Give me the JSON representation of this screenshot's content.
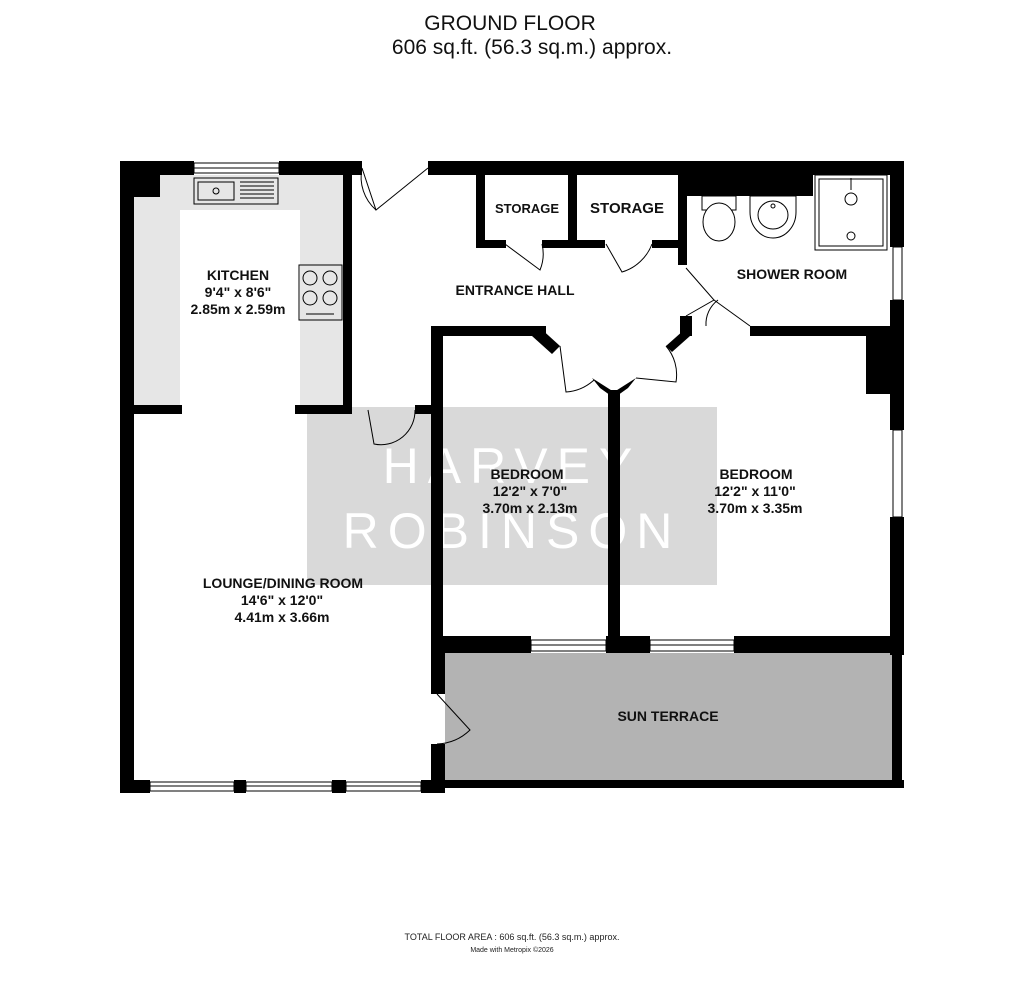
{
  "header": {
    "title": "GROUND FLOOR",
    "area": "606 sq.ft. (56.3 sq.m.) approx."
  },
  "rooms": {
    "kitchen": {
      "name": "KITCHEN",
      "imperial": "9'4\"  x 8'6\"",
      "metric": "2.85m  x 2.59m"
    },
    "entrance_hall": {
      "name": "ENTRANCE HALL"
    },
    "storage_1": {
      "name": "STORAGE"
    },
    "storage_2": {
      "name": "STORAGE"
    },
    "shower_room": {
      "name": "SHOWER ROOM"
    },
    "bedroom_1": {
      "name": "BEDROOM",
      "imperial": "12'2\"  x 7'0\"",
      "metric": "3.70m  x 2.13m"
    },
    "bedroom_2": {
      "name": "BEDROOM",
      "imperial": "12'2\"  x 11'0\"",
      "metric": "3.70m  x 3.35m"
    },
    "lounge": {
      "name": "LOUNGE/DINING ROOM",
      "imperial": "14'6\"  x 12'0\"",
      "metric": "4.41m  x 3.66m"
    },
    "sun_terrace": {
      "name": "SUN TERRACE"
    }
  },
  "watermark": {
    "line1": "HARVEY",
    "line2": "ROBINSON"
  },
  "footer": {
    "total_area": "TOTAL FLOOR AREA : 606 sq.ft. (56.3 sq.m.) approx.",
    "credit": "Made with Metropix ©2026"
  },
  "colors": {
    "wall": "#000000",
    "kitchen_floor": "#e6e6e6",
    "terrace_floor": "#b3b3b3",
    "watermark_box": "#d9d9d9"
  }
}
